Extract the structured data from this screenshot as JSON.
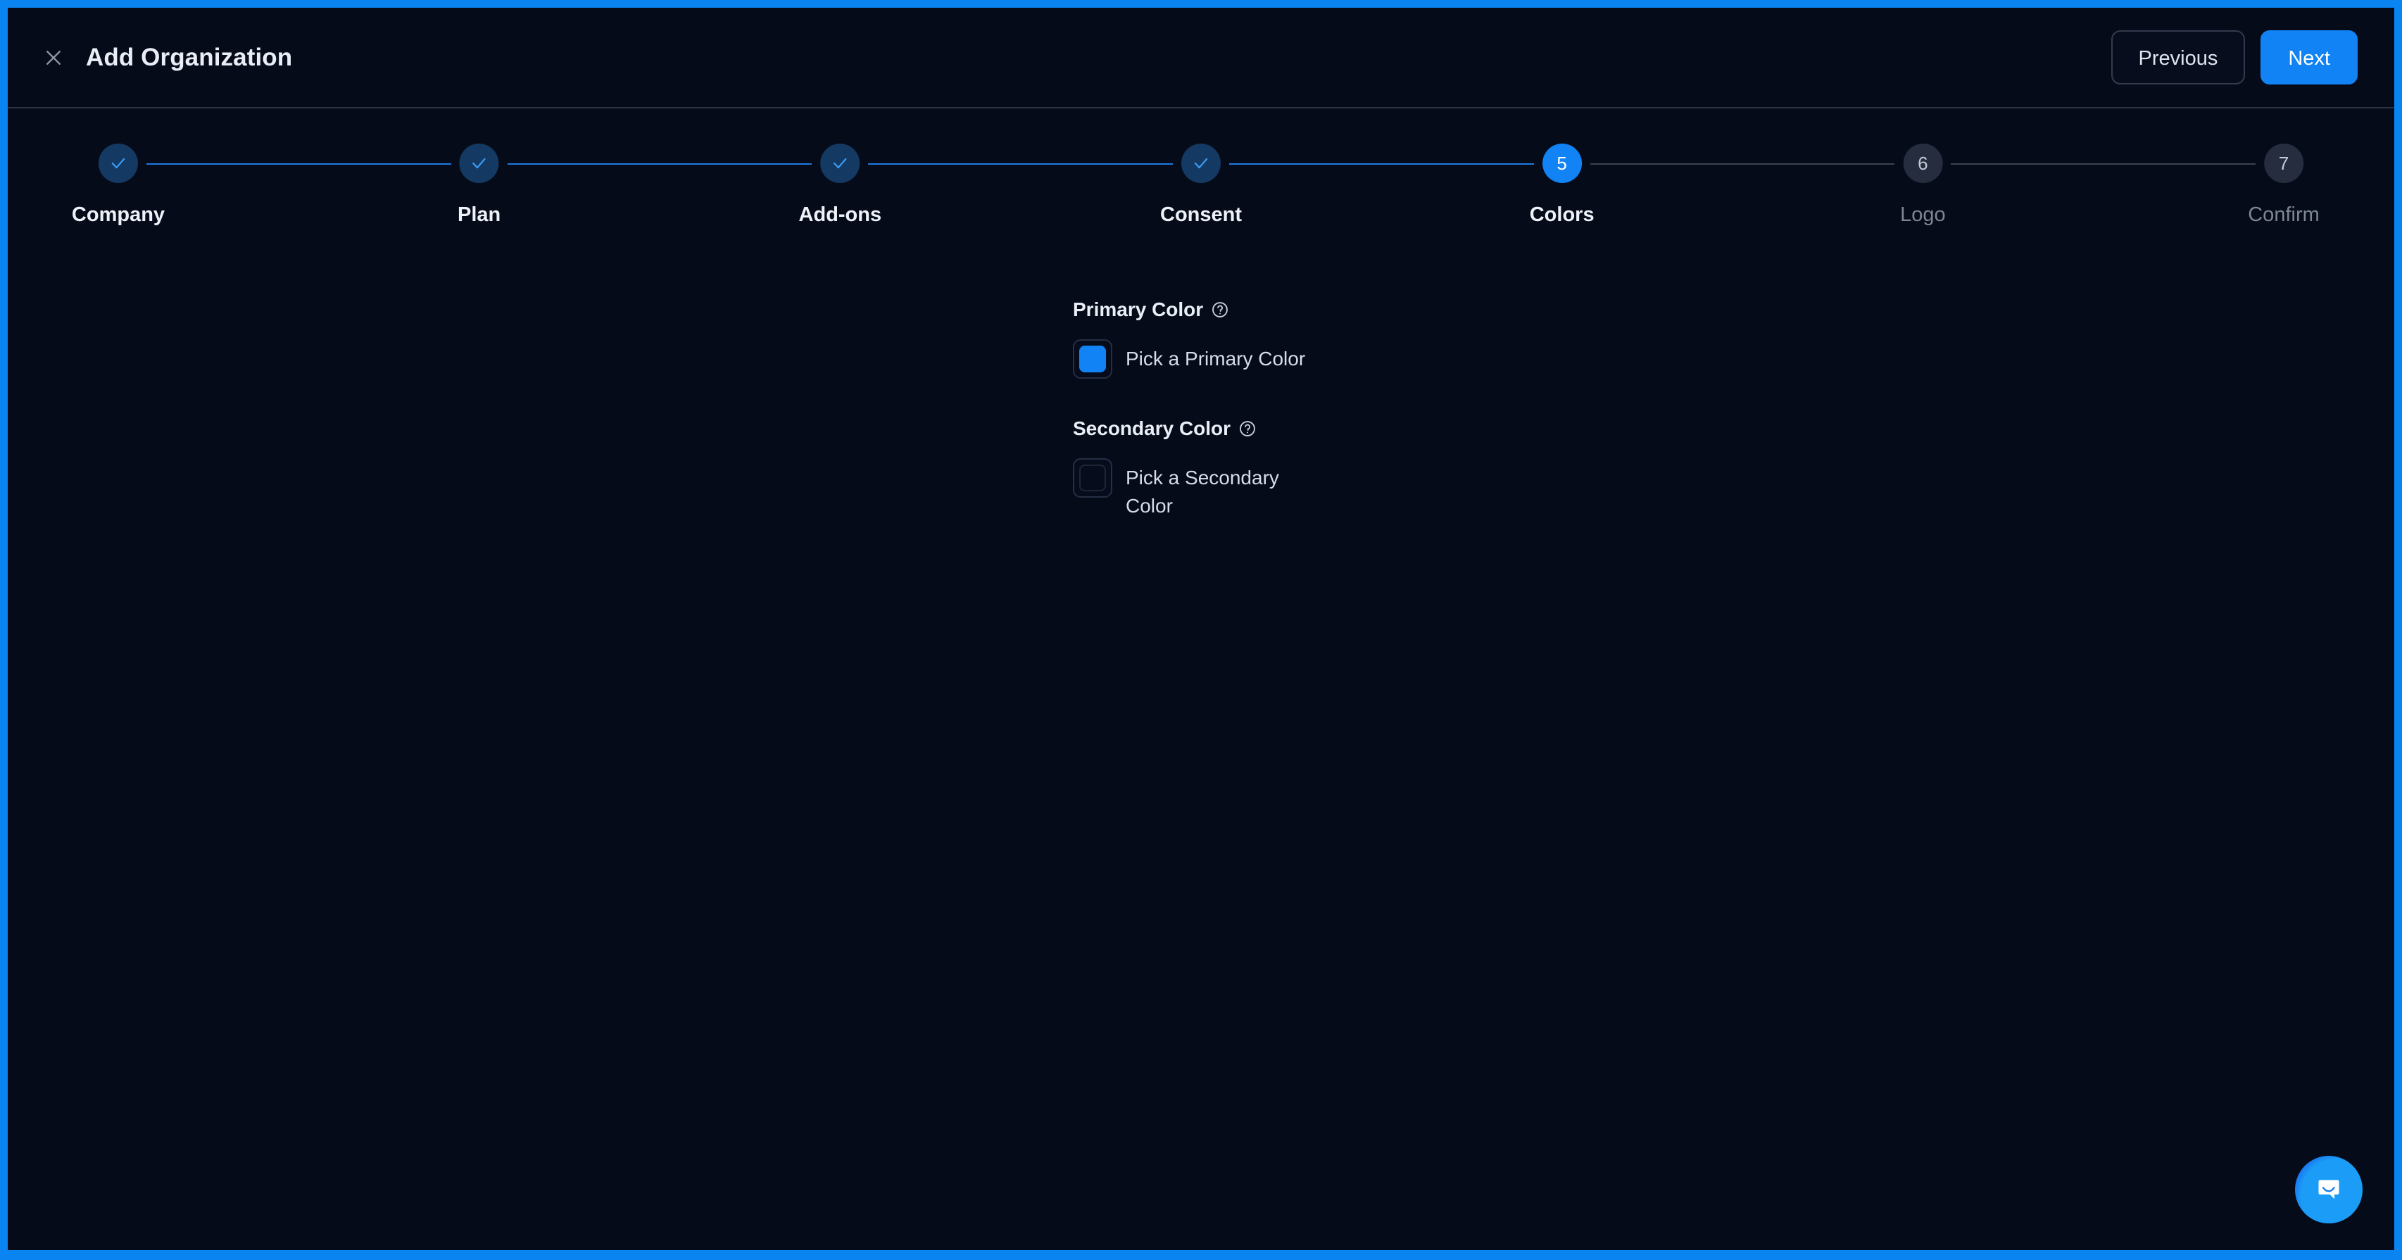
{
  "window": {
    "frame_color": "#0a84f0",
    "background": "#060b1a"
  },
  "header": {
    "title": "Add Organization",
    "close_icon": "close-icon",
    "buttons": {
      "previous_label": "Previous",
      "next_label": "Next",
      "next_color": "#1183f5"
    }
  },
  "stepper": {
    "current_step": 5,
    "total_steps": 7,
    "steps": [
      {
        "number": "1",
        "label": "Company",
        "state": "done",
        "mark": "✓"
      },
      {
        "number": "2",
        "label": "Plan",
        "state": "done",
        "mark": "✓"
      },
      {
        "number": "3",
        "label": "Add-ons",
        "state": "done",
        "mark": "✓"
      },
      {
        "number": "4",
        "label": "Consent",
        "state": "done",
        "mark": "✓"
      },
      {
        "number": "5",
        "label": "Colors",
        "state": "active",
        "mark": "5"
      },
      {
        "number": "6",
        "label": "Logo",
        "state": "todo",
        "mark": "6"
      },
      {
        "number": "7",
        "label": "Confirm",
        "state": "todo",
        "mark": "7"
      }
    ]
  },
  "main": {
    "fields": [
      {
        "label": "Primary Color",
        "help_icon": "help-circle-icon",
        "swatch_color": "#1183f5",
        "swatch_empty": false,
        "action_text": "Pick a Primary Color"
      },
      {
        "label": "Secondary Color",
        "help_icon": "help-circle-icon",
        "swatch_color": "",
        "swatch_empty": true,
        "action_text": "Pick a Secondary Color"
      }
    ]
  },
  "chat": {
    "icon": "chat-bubble-smile-icon",
    "color": "#1b9df7"
  }
}
